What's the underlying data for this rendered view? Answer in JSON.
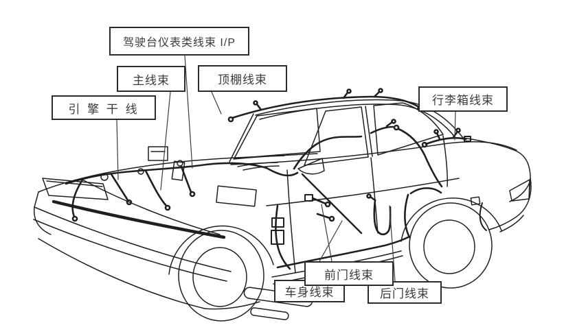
{
  "colors": {
    "background": "#ffffff",
    "line_art": "#1f1f1f",
    "label_border": "#2b2b2b",
    "label_text": "#3a3a3a"
  },
  "illustration": {
    "name": "sedan-wiring-harness-line-art",
    "view": "front-left three-quarter"
  },
  "labels": {
    "dashboard": {
      "text": "驾驶台仪表类线束 I/P"
    },
    "main": {
      "text": "主线束"
    },
    "roof": {
      "text": "顶棚线束"
    },
    "engine": {
      "text": "引 擎 干 线"
    },
    "trunk": {
      "text": "行李箱线束"
    },
    "front_door": {
      "text": "前门线束"
    },
    "body": {
      "text": "车身线束"
    },
    "rear_door": {
      "text": "后门线束"
    }
  }
}
